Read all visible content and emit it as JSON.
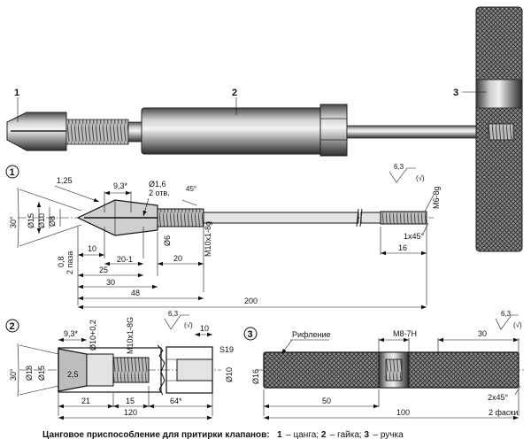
{
  "figure": {
    "caption_title": "Цанговое приспособление для притирки клапанов:",
    "caption_items": [
      {
        "num": "1",
        "text": " – цанга; "
      },
      {
        "num": "2",
        "text": " – гайка; "
      },
      {
        "num": "3",
        "text": " – ручка"
      }
    ]
  },
  "assembly": {
    "callouts": [
      "1",
      "2",
      "3"
    ]
  },
  "part1": {
    "number": "1",
    "dims": {
      "chamfer_r": "1,25",
      "d9": "9,3*",
      "hole": "Ø1,6",
      "holes": "2 отв.",
      "angle45": "45°",
      "rough": "6,3",
      "thread_end": "M6-8g",
      "angle30": "30°",
      "d15": "Ø15",
      "d10": "Ø10",
      "d8": "Ø8",
      "d6": "Ø6",
      "thread_main": "M10x1-8g",
      "groove_w": "0,8",
      "groove_n": "2 паза",
      "l10": "10",
      "l20_1": "20-1",
      "l25": "25",
      "l20": "20",
      "l30": "30",
      "l48": "48",
      "l200": "200",
      "chamfer": "1x45°",
      "l16": "16"
    }
  },
  "part2": {
    "number": "2",
    "dims": {
      "d9": "9,3*",
      "d10tol": "Ø10+0,2",
      "thread": "M10x1-8G",
      "rough": "6,3",
      "l10": "10",
      "s19": "S19",
      "angle30": "30°",
      "d18": "Ø18",
      "d15": "Ø15",
      "r25": "2,5",
      "d10": "Ø10",
      "l21": "21",
      "l15": "15",
      "l64": "64*",
      "l120": "120"
    }
  },
  "part3": {
    "number": "3",
    "dims": {
      "knurl": "Рифление",
      "thread": "M8-7H",
      "l30": "30",
      "rough": "6,3",
      "d16": "Ø16",
      "l50": "50",
      "chamfer": "2x45°",
      "l100": "100",
      "chamfers": "2 фаски"
    }
  }
}
